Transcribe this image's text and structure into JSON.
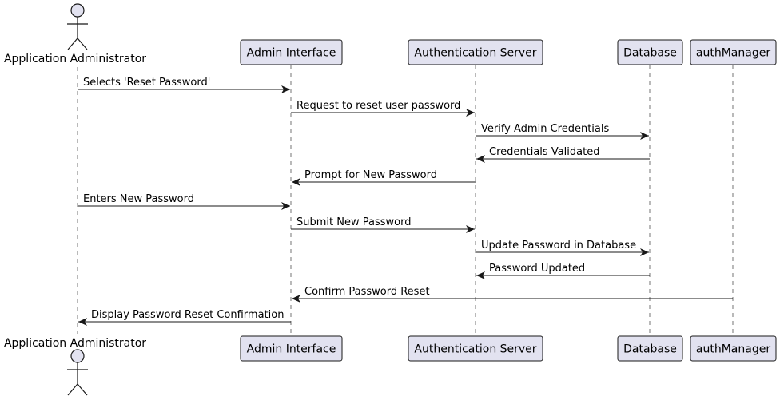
{
  "diagram": {
    "type": "sequence",
    "participants": [
      {
        "id": "admin",
        "kind": "actor",
        "label": "Application Administrator"
      },
      {
        "id": "ui",
        "kind": "participant",
        "label": "Admin Interface"
      },
      {
        "id": "auth",
        "kind": "participant",
        "label": "Authentication Server"
      },
      {
        "id": "db",
        "kind": "participant",
        "label": "Database"
      },
      {
        "id": "mgr",
        "kind": "participant",
        "label": "authManager"
      }
    ],
    "messages": [
      {
        "from": "admin",
        "to": "ui",
        "label": "Selects 'Reset Password'"
      },
      {
        "from": "ui",
        "to": "auth",
        "label": "Request to reset user password"
      },
      {
        "from": "auth",
        "to": "db",
        "label": "Verify Admin Credentials"
      },
      {
        "from": "db",
        "to": "auth",
        "label": "Credentials Validated"
      },
      {
        "from": "auth",
        "to": "ui",
        "label": "Prompt for New Password"
      },
      {
        "from": "admin",
        "to": "ui",
        "label": "Enters New Password"
      },
      {
        "from": "ui",
        "to": "auth",
        "label": "Submit New Password"
      },
      {
        "from": "auth",
        "to": "db",
        "label": "Update Password in Database"
      },
      {
        "from": "db",
        "to": "auth",
        "label": "Password Updated"
      },
      {
        "from": "mgr",
        "to": "ui",
        "label": "Confirm Password Reset"
      },
      {
        "from": "ui",
        "to": "admin",
        "label": "Display Password Reset Confirmation"
      }
    ]
  }
}
